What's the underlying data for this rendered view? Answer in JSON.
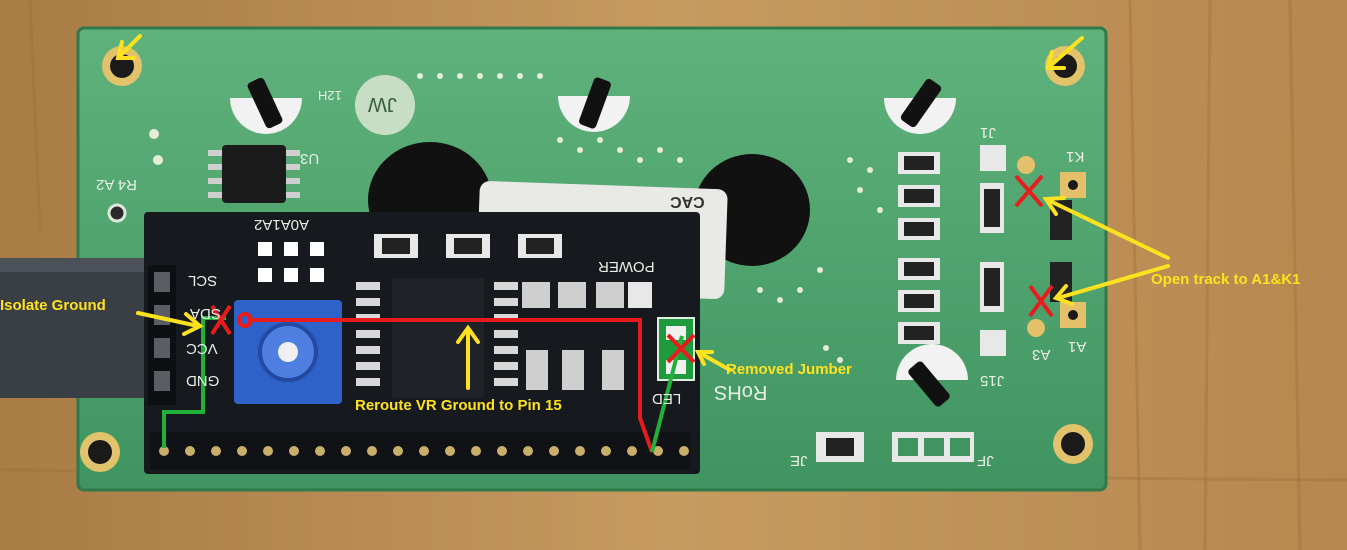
{
  "annotations": {
    "isolate_ground": "Isolate Ground",
    "reroute": "Reroute VR Ground to Pin 15",
    "removed_jumper": "Removed Jumber",
    "open_track": "Open track to A1&K1"
  },
  "silkscreen": {
    "u3": "U3",
    "j1": "J1",
    "k1": "K1",
    "a1": "A1",
    "a3": "A3",
    "j15": "J15",
    "je": "JE",
    "jf": "JF",
    "r4a2": "R4 A2",
    "rohs": "RoHS",
    "power": "POWER",
    "led": "LED",
    "scl": "SCL",
    "sda": "SDA",
    "vcc": "VCC",
    "gnd": "GND",
    "a0a1a2": "A0A1A2",
    "logo": "JW",
    "h12": "12H",
    "sticker": "CAC"
  },
  "colors": {
    "annotation_text": "#ffe21f",
    "red_wire": "#e81c1c",
    "green_wire": "#1fb13a",
    "pcb_green": "#4fa86e",
    "module_black": "#16191e",
    "wood": "#b98a4e"
  }
}
